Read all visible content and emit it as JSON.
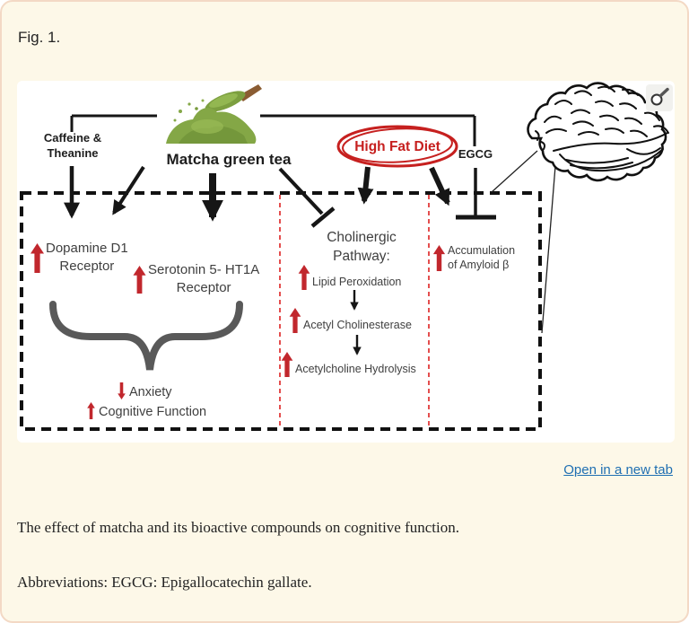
{
  "fig_label": "Fig. 1.",
  "link": {
    "open_new_tab": "Open in a new tab"
  },
  "caption": "The effect of matcha and its bioactive compounds on cognitive function.",
  "abbreviations": "Abbreviations: EGCG: Epigallocatechin gallate.",
  "diagram": {
    "caffeine_line1": "Caffeine &",
    "caffeine_line2": "Theanine",
    "matcha": "Matcha green tea",
    "high_fat_diet": "High Fat Diet",
    "egcg": "EGCG",
    "dopamine_line1": "Dopamine D1",
    "dopamine_line2": "Receptor",
    "serotonin_line1": "Serotonin 5- HT1A",
    "serotonin_line2": "Receptor",
    "cholinergic_line1": "Cholinergic",
    "cholinergic_line2": "Pathway:",
    "lipid_peroxidation": "Lipid Peroxidation",
    "acetyl_cholinesterase": "Acetyl Cholinesterase",
    "acetylcholine_hydrolysis": "Acetylcholine Hydrolysis",
    "amyloid_line1": "Accumulation",
    "amyloid_line2": "of Amyloid β",
    "anxiety": "Anxiety",
    "cognitive_function": "Cognitive Function"
  },
  "colors": {
    "card_bg": "#fdf8e8",
    "card_border": "#f3d9c5",
    "red_accent": "#c1272d",
    "oval_red": "#c6201f",
    "link_blue": "#1f6fb2",
    "brace_gray": "#595959"
  }
}
